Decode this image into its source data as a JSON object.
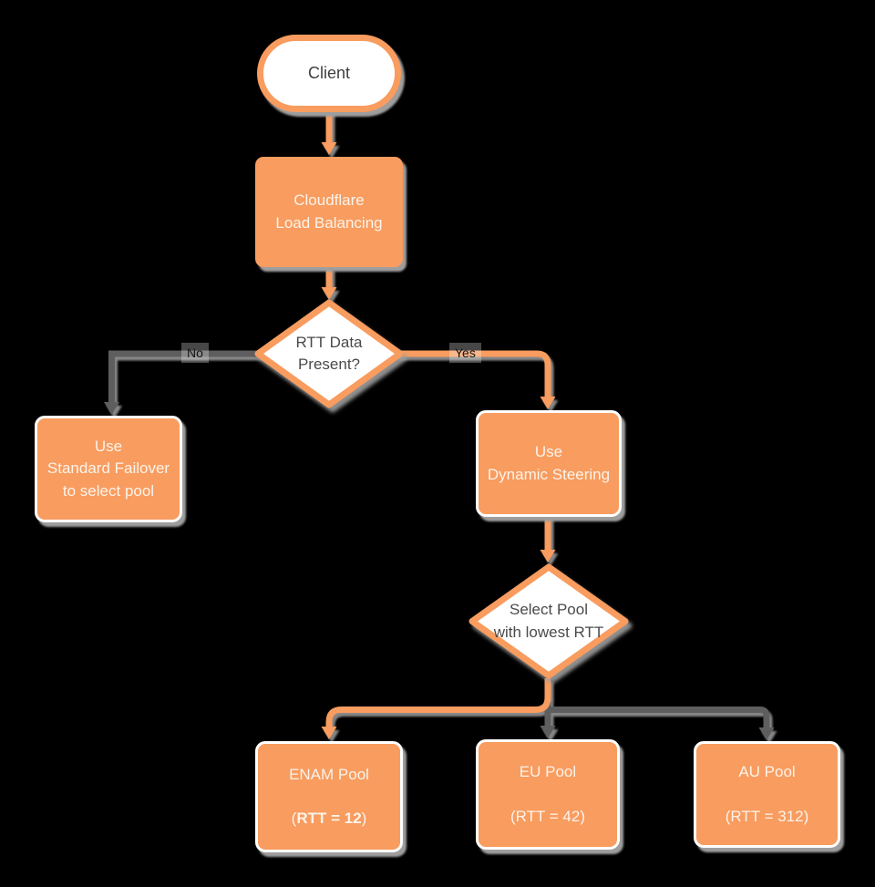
{
  "diagram": {
    "background": "#000000",
    "accent_orange": "#F89C5F",
    "connector_gray": "#5E5E5E",
    "shadow_gray": "#9E9E9E",
    "nodes": {
      "client": {
        "label": "Client"
      },
      "load_balancer": {
        "label": "Cloudflare\nLoad Balancing"
      },
      "rtt_decision": {
        "label": "RTT Data\nPresent?"
      },
      "standard_failover": {
        "label": "Use\nStandard Failover\nto select pool"
      },
      "dynamic_steering": {
        "label": "Use\nDynamic Steering"
      },
      "select_pool_decision": {
        "label": "Select Pool\nwith lowest RTT"
      },
      "enam_pool": {
        "name": "ENAM Pool",
        "paren_open": "(",
        "rtt": "RTT = 12",
        "paren_close": ")"
      },
      "eu_pool": {
        "name": "EU Pool",
        "rtt_line": "(RTT = 42)"
      },
      "au_pool": {
        "name": "AU Pool",
        "rtt_line": "(RTT = 312)"
      }
    },
    "edge_labels": {
      "no": "No",
      "yes": "Yes"
    }
  }
}
